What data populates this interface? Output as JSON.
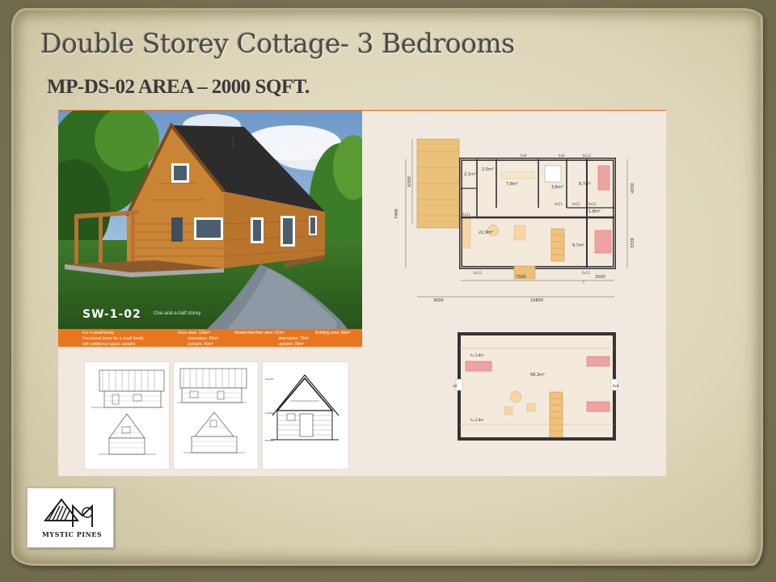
{
  "slide": {
    "title": "Double Storey Cottage- 3 Bedrooms",
    "subtitle": "MP-DS-02 AREA – 2000 SQFT."
  },
  "photo": {
    "model": "SW-1-02",
    "model_sub": "One-and-a-half storey",
    "desc": [
      "For a small family",
      "Functional home for a small family",
      "with additional space upstairs"
    ],
    "specs": [
      "Floor area: 120m²",
      "Residential floor area: 91m²",
      "Building area: 80m²"
    ],
    "specs2": [
      "downstairs: 80m²",
      "upstairs: 40m²",
      "downstairs: 75m²",
      "upstairs: 26m²"
    ]
  },
  "ground_plan": {
    "rooms": [
      "2,1m²",
      "2,5m²",
      "7,8m²",
      "3,6m²",
      "8,7m²",
      "22,9m²",
      "9,7m²",
      "1,8m²"
    ],
    "dims": [
      "7300",
      "2500",
      "10800",
      "3000",
      "7400",
      "6300",
      "4330",
      "3330"
    ],
    "windows": [
      "6x9",
      "6x9",
      "6x12",
      "9x21",
      "9x21",
      "9x21",
      "6x12",
      "6x12",
      "9x21"
    ]
  },
  "upper_plan": {
    "area": "58,3m²",
    "labels": [
      "h=1,8m",
      "h=1,8m",
      "9x9",
      "9x9"
    ]
  },
  "logo": {
    "text": "MYSTIC PINES",
    "icon": "house-logo-icon"
  },
  "colors": {
    "accent": "#e8761f",
    "wood": "#c98435",
    "paper": "#e6e0c8",
    "frame": "#6f6a4c"
  }
}
